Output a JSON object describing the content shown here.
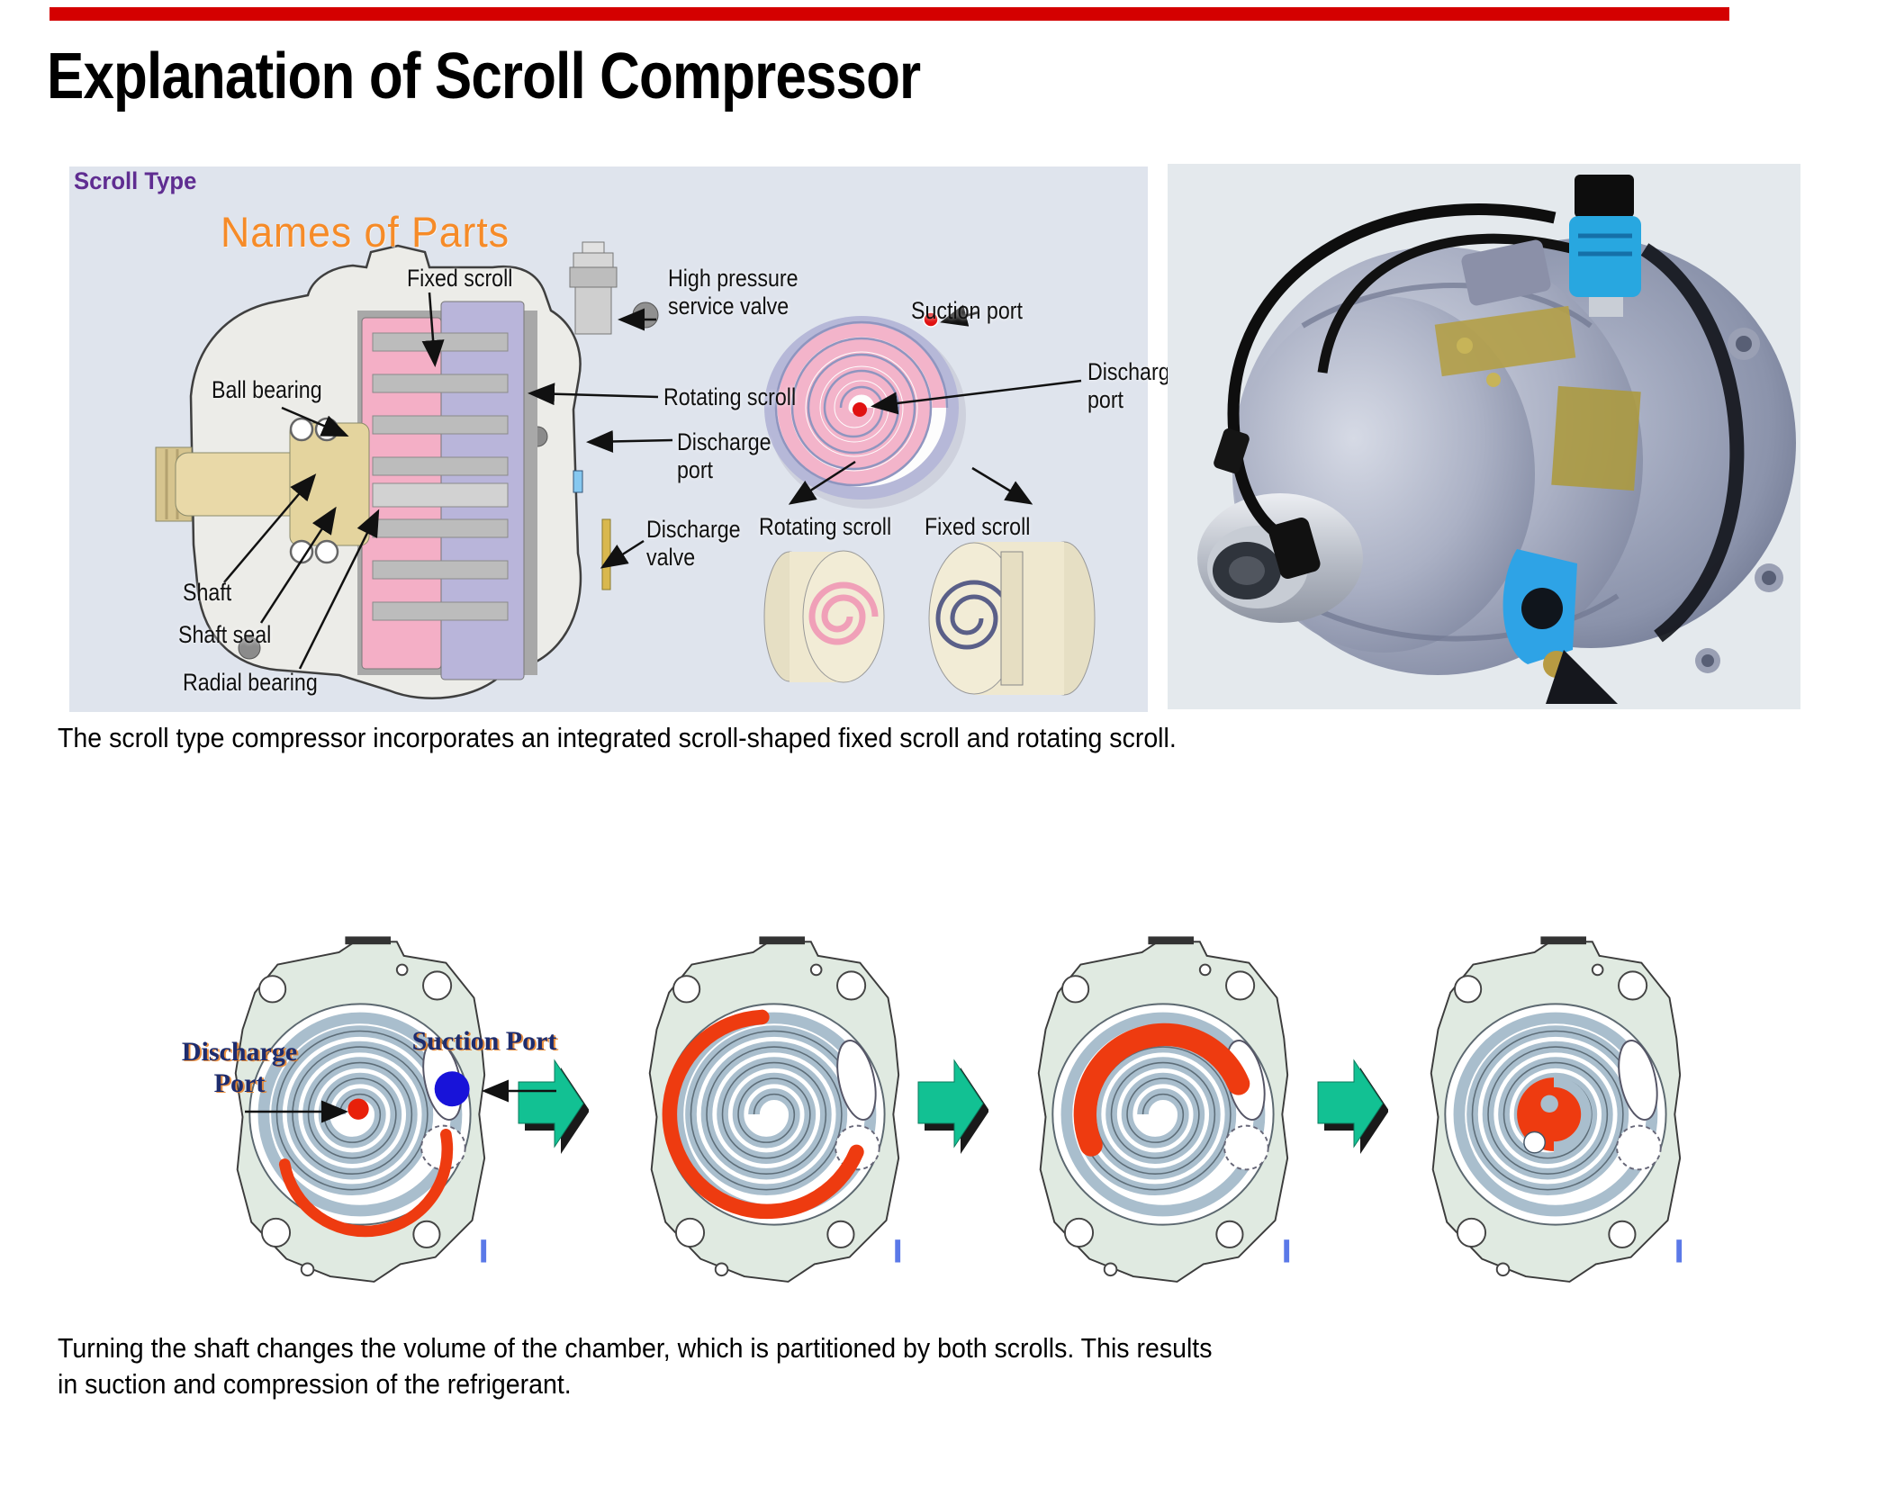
{
  "title": "Explanation of Scroll Compressor",
  "colors": {
    "top_bar_red": "#d40000",
    "panel_blue_gray": "#dfe4ed",
    "scroll_type_purple": "#5f2d91",
    "names_heading_orange": "#f68b28",
    "stage_housing_green": "#e0eae1",
    "stage_spiral_gray": "#a9becd",
    "refrigerant_red": "#ee3b10",
    "suction_blue": "#1813d9",
    "flow_arrow_green": "#12c193",
    "stage_label_navy": "#1d2c6e"
  },
  "diagram_panel": {
    "tag": "Scroll Type",
    "heading": "Names of Parts",
    "labels": {
      "fixed_scroll": "Fixed scroll",
      "hp_service_valve": "High pressure\nservice valve",
      "ball_bearing": "Ball bearing",
      "rotating_scroll": "Rotating scroll",
      "discharge_port_left": "Discharge\nport",
      "discharge_valve": "Discharge\nvalve",
      "suction_port": "Suction port",
      "discharge_port_right": "Discharge\nport",
      "rotating_scroll_bottom": "Rotating scroll",
      "fixed_scroll_bottom": "Fixed scroll",
      "shaft": "Shaft",
      "shaft_seal": "Shaft seal",
      "radial_bearing": "Radial bearing"
    }
  },
  "caption_top": "The scroll type compressor incorporates an integrated scroll-shaped fixed scroll and rotating scroll.",
  "stages": {
    "discharge_port_label": "Discharge\nPort",
    "suction_port_label": "Suction Port"
  },
  "caption_bottom": "Turning the shaft changes the volume of the chamber, which is partitioned by both scrolls. This results in suction and compression of the refrigerant."
}
